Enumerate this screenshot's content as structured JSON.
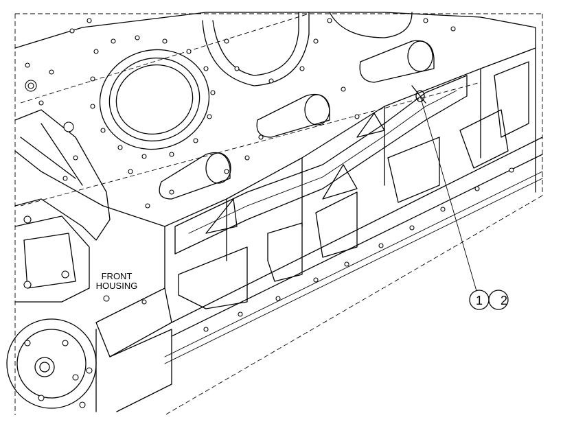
{
  "labels": {
    "front_housing_line1": "FRONT",
    "front_housing_line2": "HOUSING"
  },
  "callouts": [
    {
      "number": "1"
    },
    {
      "number": "2"
    }
  ],
  "colors": {
    "line": "#000000",
    "background": "#ffffff"
  }
}
